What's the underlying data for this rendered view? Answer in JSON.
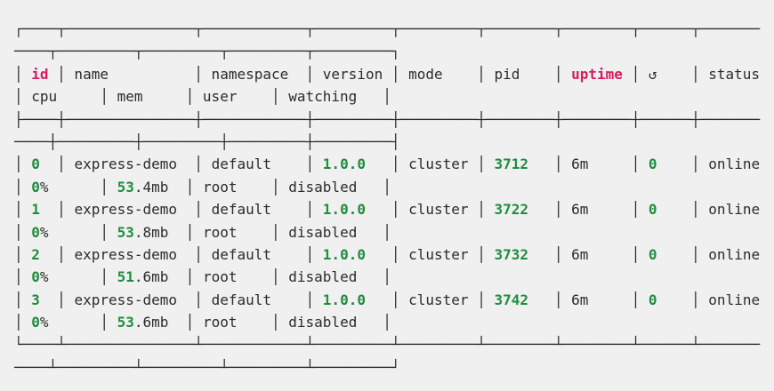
{
  "terminal": {
    "background": "#f0f0f0",
    "text_color": "#2b2b2b",
    "accent_red": "#d81b60",
    "accent_green": "#1e8e3e",
    "table": {
      "headers": {
        "id": "id",
        "name": "name",
        "namespace": "namespace",
        "version": "version",
        "mode": "mode",
        "pid": "pid",
        "uptime": "uptime",
        "restart": "↺",
        "status": "status",
        "cpu": "cpu",
        "mem": "mem",
        "user": "user",
        "watching": "watching"
      },
      "rows": [
        {
          "id": "0",
          "name": "express-demo",
          "namespace": "default",
          "version": "1.0.0",
          "mode": "cluster",
          "pid": "3712",
          "uptime": "6m",
          "restarts": "0",
          "status": "online",
          "cpu": "0",
          "cpu_suffix": "%",
          "mem_int": "53",
          "mem_rest": ".4mb",
          "user": "root",
          "watching": "disabled"
        },
        {
          "id": "1",
          "name": "express-demo",
          "namespace": "default",
          "version": "1.0.0",
          "mode": "cluster",
          "pid": "3722",
          "uptime": "6m",
          "restarts": "0",
          "status": "online",
          "cpu": "0",
          "cpu_suffix": "%",
          "mem_int": "53",
          "mem_rest": ".8mb",
          "user": "root",
          "watching": "disabled"
        },
        {
          "id": "2",
          "name": "express-demo",
          "namespace": "default",
          "version": "1.0.0",
          "mode": "cluster",
          "pid": "3732",
          "uptime": "6m",
          "restarts": "0",
          "status": "online",
          "cpu": "0",
          "cpu_suffix": "%",
          "mem_int": "51",
          "mem_rest": ".6mb",
          "user": "root",
          "watching": "disabled"
        },
        {
          "id": "3",
          "name": "express-demo",
          "namespace": "default",
          "version": "1.0.0",
          "mode": "cluster",
          "pid": "3742",
          "uptime": "6m",
          "restarts": "0",
          "status": "online",
          "cpu": "0",
          "cpu_suffix": "%",
          "mem_int": "53",
          "mem_rest": ".6mb",
          "user": "root",
          "watching": "disabled"
        }
      ]
    }
  }
}
